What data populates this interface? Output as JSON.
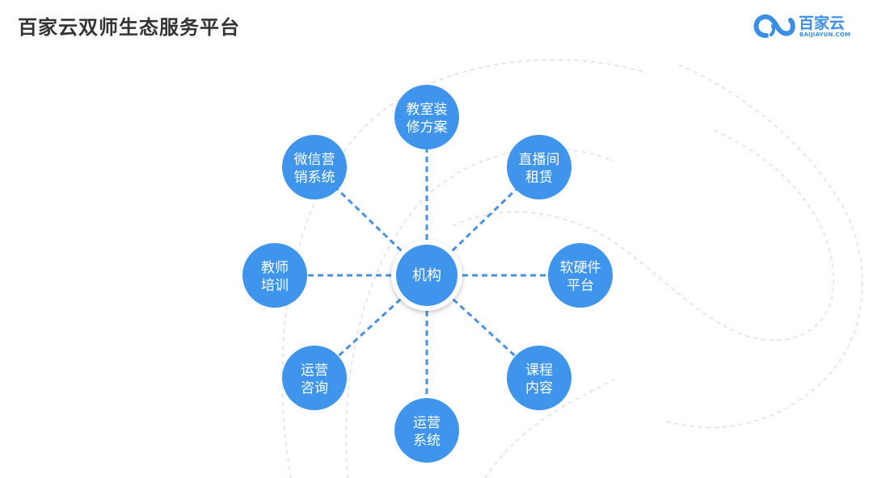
{
  "header": {
    "title": "百家云双师生态服务平台"
  },
  "logo": {
    "name": "百家云",
    "domain": "BAIJIAYUN.COM"
  },
  "colors": {
    "node_fill": "#3f95ec",
    "connector": "#4a90e2",
    "text": "#333333",
    "logo": "#3a8ee6"
  },
  "center": {
    "label": "机构"
  },
  "nodes": [
    {
      "id": "classroom-decoration",
      "line1": "教室装",
      "line2": "修方案"
    },
    {
      "id": "live-studio-rental",
      "line1": "直播间",
      "line2": "租赁"
    },
    {
      "id": "software-hardware",
      "line1": "软硬件",
      "line2": "平台"
    },
    {
      "id": "course-content",
      "line1": "课程",
      "line2": "内容"
    },
    {
      "id": "operation-system",
      "line1": "运营",
      "line2": "系统"
    },
    {
      "id": "operation-consulting",
      "line1": "运营",
      "line2": "咨询"
    },
    {
      "id": "teacher-training",
      "line1": "教师",
      "line2": "培训"
    },
    {
      "id": "wechat-marketing",
      "line1": "微信营",
      "line2": "销系统"
    }
  ]
}
